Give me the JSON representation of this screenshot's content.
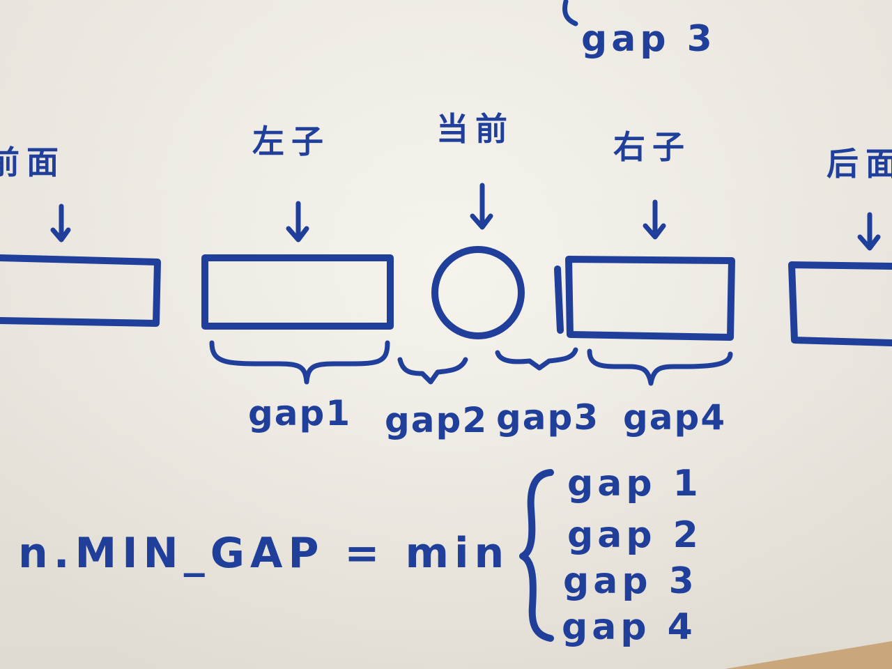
{
  "labels": {
    "prev": "前面",
    "left_child": "左子",
    "current": "当前",
    "right_child": "右子",
    "next": "后面"
  },
  "gaps": [
    "gap1",
    "gap2",
    "gap3",
    "gap4"
  ],
  "top_partial_gap": "gap 3",
  "formula": {
    "lhs": "n.MIN_GAP = min",
    "options": [
      "gap 1",
      "gap 2",
      "gap 3",
      "gap 4"
    ]
  },
  "colors": {
    "ink": "#1f3f9a",
    "paper": "#f3efe7",
    "table": "#c9a77a"
  }
}
